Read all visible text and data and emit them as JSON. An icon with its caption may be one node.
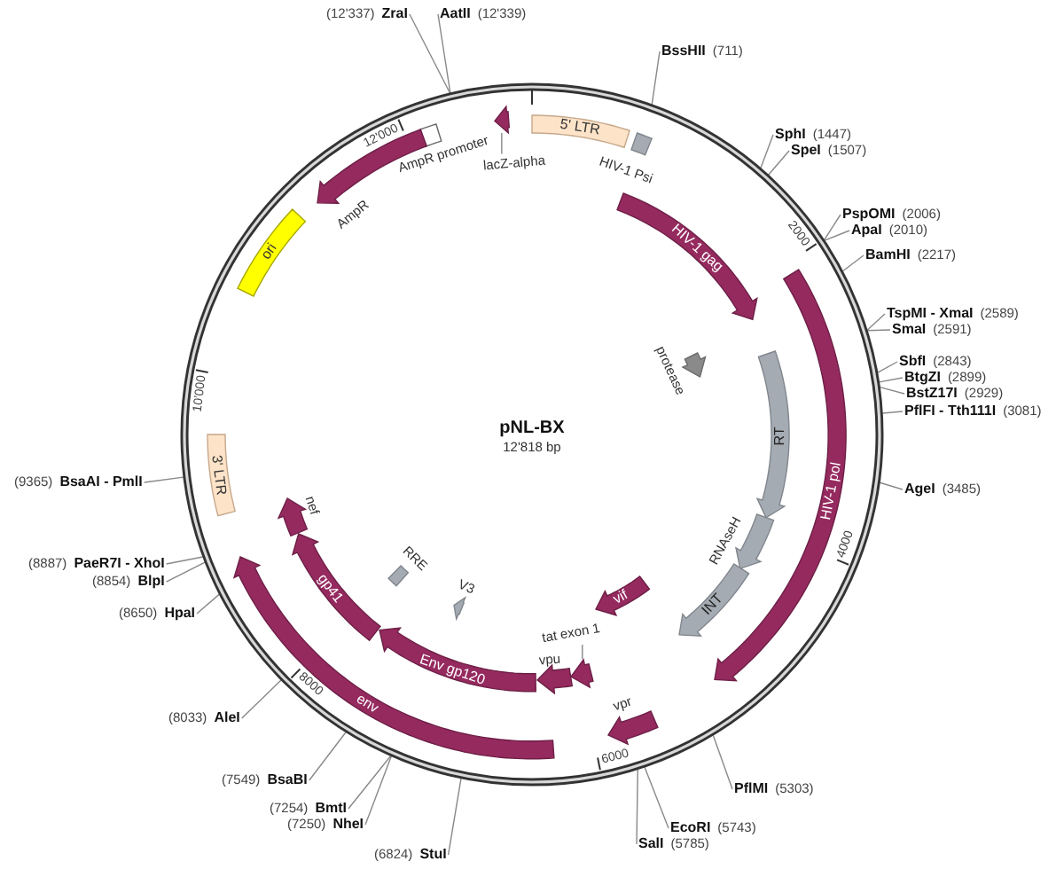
{
  "diagram": {
    "nodes": [
      {
        "text": [
          "pNL-BX",
          "12'818 bp"
        ]
      },
      {
        "text": [],
        "shape": "arrow",
        "in": 0
      },
      {
        "text": [
          "lacZ-alpha"
        ],
        "in": 0
      },
      {
        "text": [],
        "shape": "box",
        "beside": [
          "AmpR promoter"
        ],
        "in": 0
      },
      {
        "text": [],
        "shape": "arrow",
        "beside": [
          "AmpR"
        ],
        "in": 0
      },
      {
        "text": [
          "ori"
        ],
        "in": 0
      },
      {
        "text": [
          "5' LTR"
        ],
        "in": 0
      },
      {
        "text": [],
        "shape": "box",
        "beside": [
          "HIV-1 Psi"
        ],
        "in": 0
      },
      {
        "text": [
          "HIV-1 gag"
        ],
        "in": 0
      },
      {
        "text": [
          "HIV-1 pol"
        ],
        "in": 0
      },
      {
        "text": [],
        "shape": "arrow",
        "beside": [
          "protease"
        ],
        "in": 0
      },
      {
        "text": [
          "RT"
        ],
        "in": 0
      },
      {
        "text": [],
        "shape": "arrow",
        "beside": [
          "RNAseH"
        ],
        "in": 0
      },
      {
        "text": [
          "INT"
        ],
        "in": 0
      },
      {
        "text": [
          "vif"
        ],
        "in": 0
      },
      {
        "text": [],
        "shape": "arrow",
        "beside": [
          "vpr"
        ],
        "in": 0
      },
      {
        "text": [],
        "shape": "arrow",
        "in": 0
      },
      {
        "text": [
          "tat exon 1"
        ],
        "in": 0
      },
      {
        "text": [],
        "shape": "arrow",
        "beside": [
          "vpu"
        ],
        "in": 0
      },
      {
        "text": [
          "Env gp120"
        ],
        "in": 0
      },
      {
        "text": [
          "env"
        ],
        "in": 0
      },
      {
        "text": [
          "gp41"
        ],
        "in": 0
      },
      {
        "text": [],
        "shape": "arrow",
        "beside": [
          "nef"
        ],
        "in": 0
      },
      {
        "text": [],
        "shape": "box",
        "beside": [
          "RRE"
        ],
        "in": 0
      },
      {
        "text": [],
        "shape": "arrow",
        "beside": [
          "V3"
        ],
        "in": 0
      },
      {
        "text": [
          "3' LTR"
        ],
        "in": 0
      },
      {
        "text": [
          "(12'337)",
          "ZraI"
        ]
      },
      {
        "text": [
          "AatII",
          "(12'339)"
        ]
      },
      {
        "text": [
          "BssHII",
          "(711)"
        ]
      },
      {
        "text": [
          "SphI",
          "(1447)"
        ]
      },
      {
        "text": [
          "SpeI",
          "(1507)"
        ]
      },
      {
        "text": [
          "PspOMI",
          "(2006)"
        ]
      },
      {
        "text": [
          "ApaI",
          "(2010)"
        ]
      },
      {
        "text": [
          "BamHI",
          "(2217)"
        ]
      },
      {
        "text": [
          "TspMI - XmaI",
          "(2589)"
        ]
      },
      {
        "text": [
          "SmaI",
          "(2591)"
        ]
      },
      {
        "text": [
          "SbfI",
          "(2843)"
        ]
      },
      {
        "text": [
          "BtgZI",
          "(2899)"
        ]
      },
      {
        "text": [
          "BstZ17I",
          "(2929)"
        ]
      },
      {
        "text": [
          "PflFI - Tth111I",
          "(3081)"
        ]
      },
      {
        "text": [
          "AgeI",
          "(3485)"
        ]
      },
      {
        "text": [
          "PflMI",
          "(5303)"
        ]
      },
      {
        "text": [
          "EcoRI",
          "(5743)"
        ]
      },
      {
        "text": [
          "SalI",
          "(5785)"
        ]
      },
      {
        "text": [
          "(6824)",
          "StuI"
        ]
      },
      {
        "text": [
          "(7250)",
          "NheI"
        ]
      },
      {
        "text": [
          "(7254)",
          "BmtI"
        ]
      },
      {
        "text": [
          "(7549)",
          "BsaBI"
        ]
      },
      {
        "text": [
          "(8033)",
          "AleI"
        ]
      },
      {
        "text": [
          "(8650)",
          "HpaI"
        ]
      },
      {
        "text": [
          "(8854)",
          "BlpI"
        ]
      },
      {
        "text": [
          "(8887)",
          "PaeR7I - XhoI"
        ]
      },
      {
        "text": [
          "(9365)",
          "BsaAI - PmlI"
        ]
      }
    ],
    "edges": [
      {
        "from": 2,
        "to": 1,
        "arrow": "none"
      },
      {
        "from": 17,
        "to": 16,
        "arrow": "none"
      },
      {
        "from": 26,
        "to": 0,
        "arrow": "none"
      },
      {
        "from": 27,
        "to": 0,
        "arrow": "none"
      },
      {
        "from": 28,
        "to": 0,
        "arrow": "none"
      },
      {
        "from": 29,
        "to": 0,
        "arrow": "none"
      },
      {
        "from": 30,
        "to": 0,
        "arrow": "none"
      },
      {
        "from": 31,
        "to": 0,
        "arrow": "none"
      },
      {
        "from": 32,
        "to": 0,
        "arrow": "none"
      },
      {
        "from": 33,
        "to": 0,
        "arrow": "none"
      },
      {
        "from": 34,
        "to": 0,
        "arrow": "none"
      },
      {
        "from": 35,
        "to": 0,
        "arrow": "none"
      },
      {
        "from": 36,
        "to": 0,
        "arrow": "none"
      },
      {
        "from": 37,
        "to": 0,
        "arrow": "none"
      },
      {
        "from": 38,
        "to": 0,
        "arrow": "none"
      },
      {
        "from": 39,
        "to": 0,
        "arrow": "none"
      },
      {
        "from": 40,
        "to": 0,
        "arrow": "none"
      },
      {
        "from": 41,
        "to": 0,
        "arrow": "none"
      },
      {
        "from": 42,
        "to": 0,
        "arrow": "none"
      },
      {
        "from": 43,
        "to": 0,
        "arrow": "none"
      },
      {
        "from": 44,
        "to": 0,
        "arrow": "none"
      },
      {
        "from": 45,
        "to": 0,
        "arrow": "none"
      },
      {
        "from": 46,
        "to": 0,
        "arrow": "none"
      },
      {
        "from": 47,
        "to": 0,
        "arrow": "none"
      },
      {
        "from": 48,
        "to": 0,
        "arrow": "none"
      },
      {
        "from": 49,
        "to": 0,
        "arrow": "none"
      },
      {
        "from": 50,
        "to": 0,
        "arrow": "none"
      },
      {
        "from": 51,
        "to": 0,
        "arrow": "none"
      },
      {
        "from": 52,
        "to": 0,
        "arrow": "none"
      }
    ],
    "labels": [
      "2000",
      "4000",
      "6000",
      "8000",
      "10'000",
      "12'000"
    ]
  }
}
